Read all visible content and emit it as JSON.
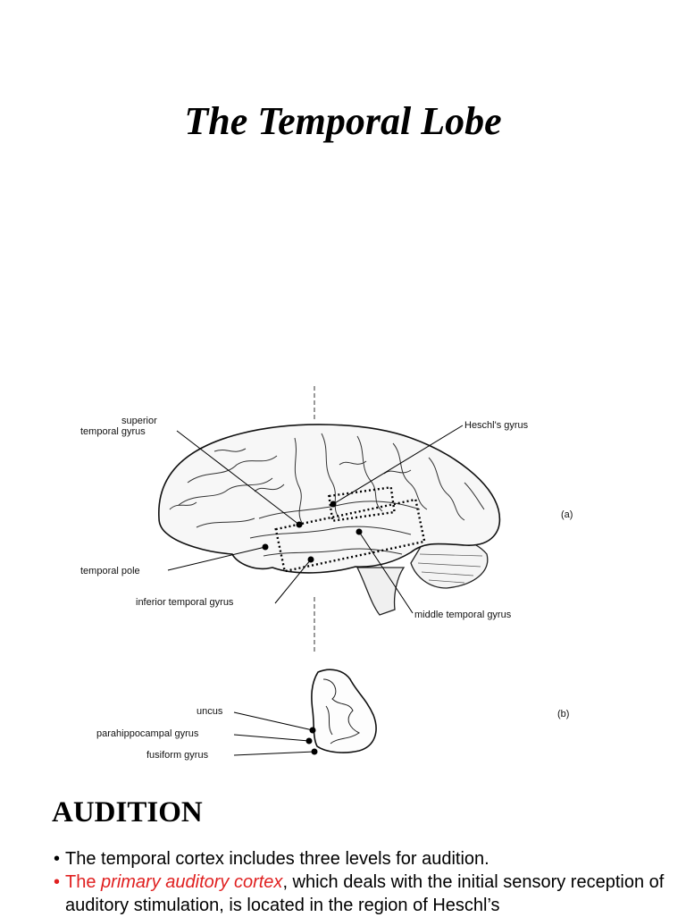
{
  "slide": {
    "title": "The Temporal Lobe"
  },
  "figure": {
    "labels": {
      "superior_temporal_gyrus_1": "superior",
      "superior_temporal_gyrus_2": "temporal gyrus",
      "heschls_gyrus": "Heschl's gyrus",
      "temporal_pole": "temporal pole",
      "inferior_temporal_gyrus": "inferior temporal gyrus",
      "middle_temporal_gyrus": "middle temporal gyrus",
      "panel_a": "(a)",
      "uncus": "uncus",
      "parahippocampal_gyrus": "parahippocampal gyrus",
      "fusiform_gyrus": "fusiform gyrus",
      "panel_b": "(b)"
    }
  },
  "audition": {
    "heading": "AUDITION",
    "bullet_symbol": "•",
    "bullet1": "The temporal cortex includes three levels for audition.",
    "bullet2_prefix": "The ",
    "bullet2_term": "primary auditory cortex",
    "bullet2_rest": ", which deals with the initial sensory reception of auditory stimulation, is located in the region of Heschl’s"
  },
  "colors": {
    "highlight": "#e02020",
    "text": "#000000"
  }
}
